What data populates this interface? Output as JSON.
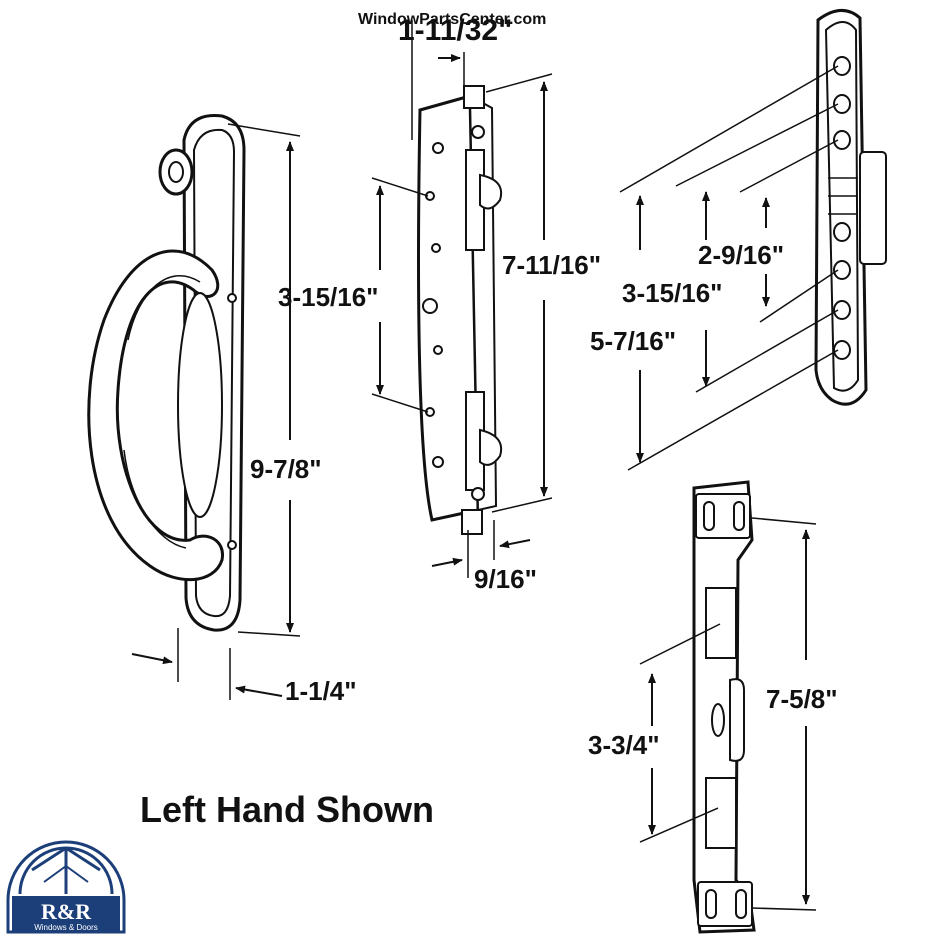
{
  "watermark": "WindowPartsCenter.com",
  "caption": "Left Hand Shown",
  "logo": {
    "initials": "R&R",
    "subtitle": "Windows & Doors",
    "colors": {
      "primary": "#1c3f7a",
      "background": "#ffffff"
    }
  },
  "dimensions": {
    "mech_width": "1-11/32\"",
    "handle_height": "9-7/8\"",
    "handle_depth": "1-1/4\"",
    "hole_spacing": "3-15/16\"",
    "mech_height": "7-11/16\"",
    "mech_thickness": "9/16\"",
    "faceplate_inner": "2-9/16\"",
    "faceplate_middle": "3-15/16\"",
    "faceplate_outer": "5-7/16\"",
    "keeper_height": "7-5/8\"",
    "keeper_inner": "3-3/4\""
  }
}
